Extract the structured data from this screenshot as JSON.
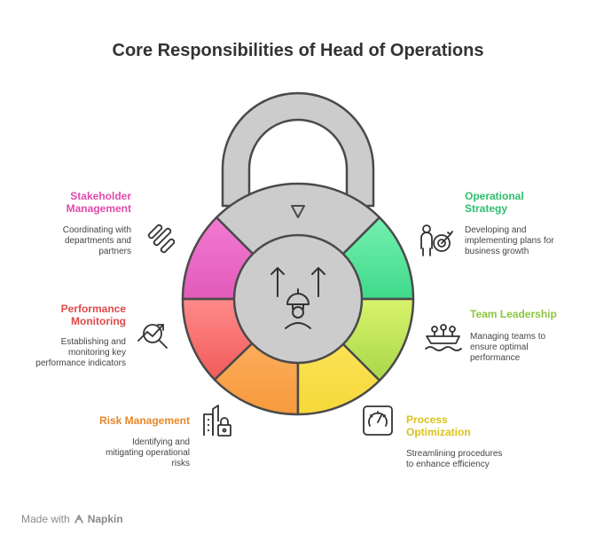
{
  "title": "Core Responsibilities of Head of Operations",
  "items": [
    {
      "title": "Stakeholder Management",
      "description": "Coordinating with departments and partners",
      "color": "#e04bac",
      "icon": "paperclips-icon"
    },
    {
      "title": "Performance Monitoring",
      "description": "Establishing and monitoring key performance indicators",
      "color": "#e04a4a",
      "icon": "trend-magnifier-icon"
    },
    {
      "title": "Risk Management",
      "description": "Identifying and mitigating operational risks",
      "color": "#e8872a",
      "icon": "city-lock-icon"
    },
    {
      "title": "Operational Strategy",
      "description": "Developing and implementing plans for business growth",
      "color": "#2fbd6e",
      "icon": "person-target-icon"
    },
    {
      "title": "Team Leadership",
      "description": "Managing teams to ensure optimal performance",
      "color": "#8cc63f",
      "icon": "team-boat-icon"
    },
    {
      "title": "Process Optimization",
      "description": "Streamlining procedures to enhance efficiency",
      "color": "#d9c21c",
      "icon": "gauge-icon"
    }
  ],
  "footer": {
    "made_with": "Made with",
    "brand": "Napkin"
  }
}
